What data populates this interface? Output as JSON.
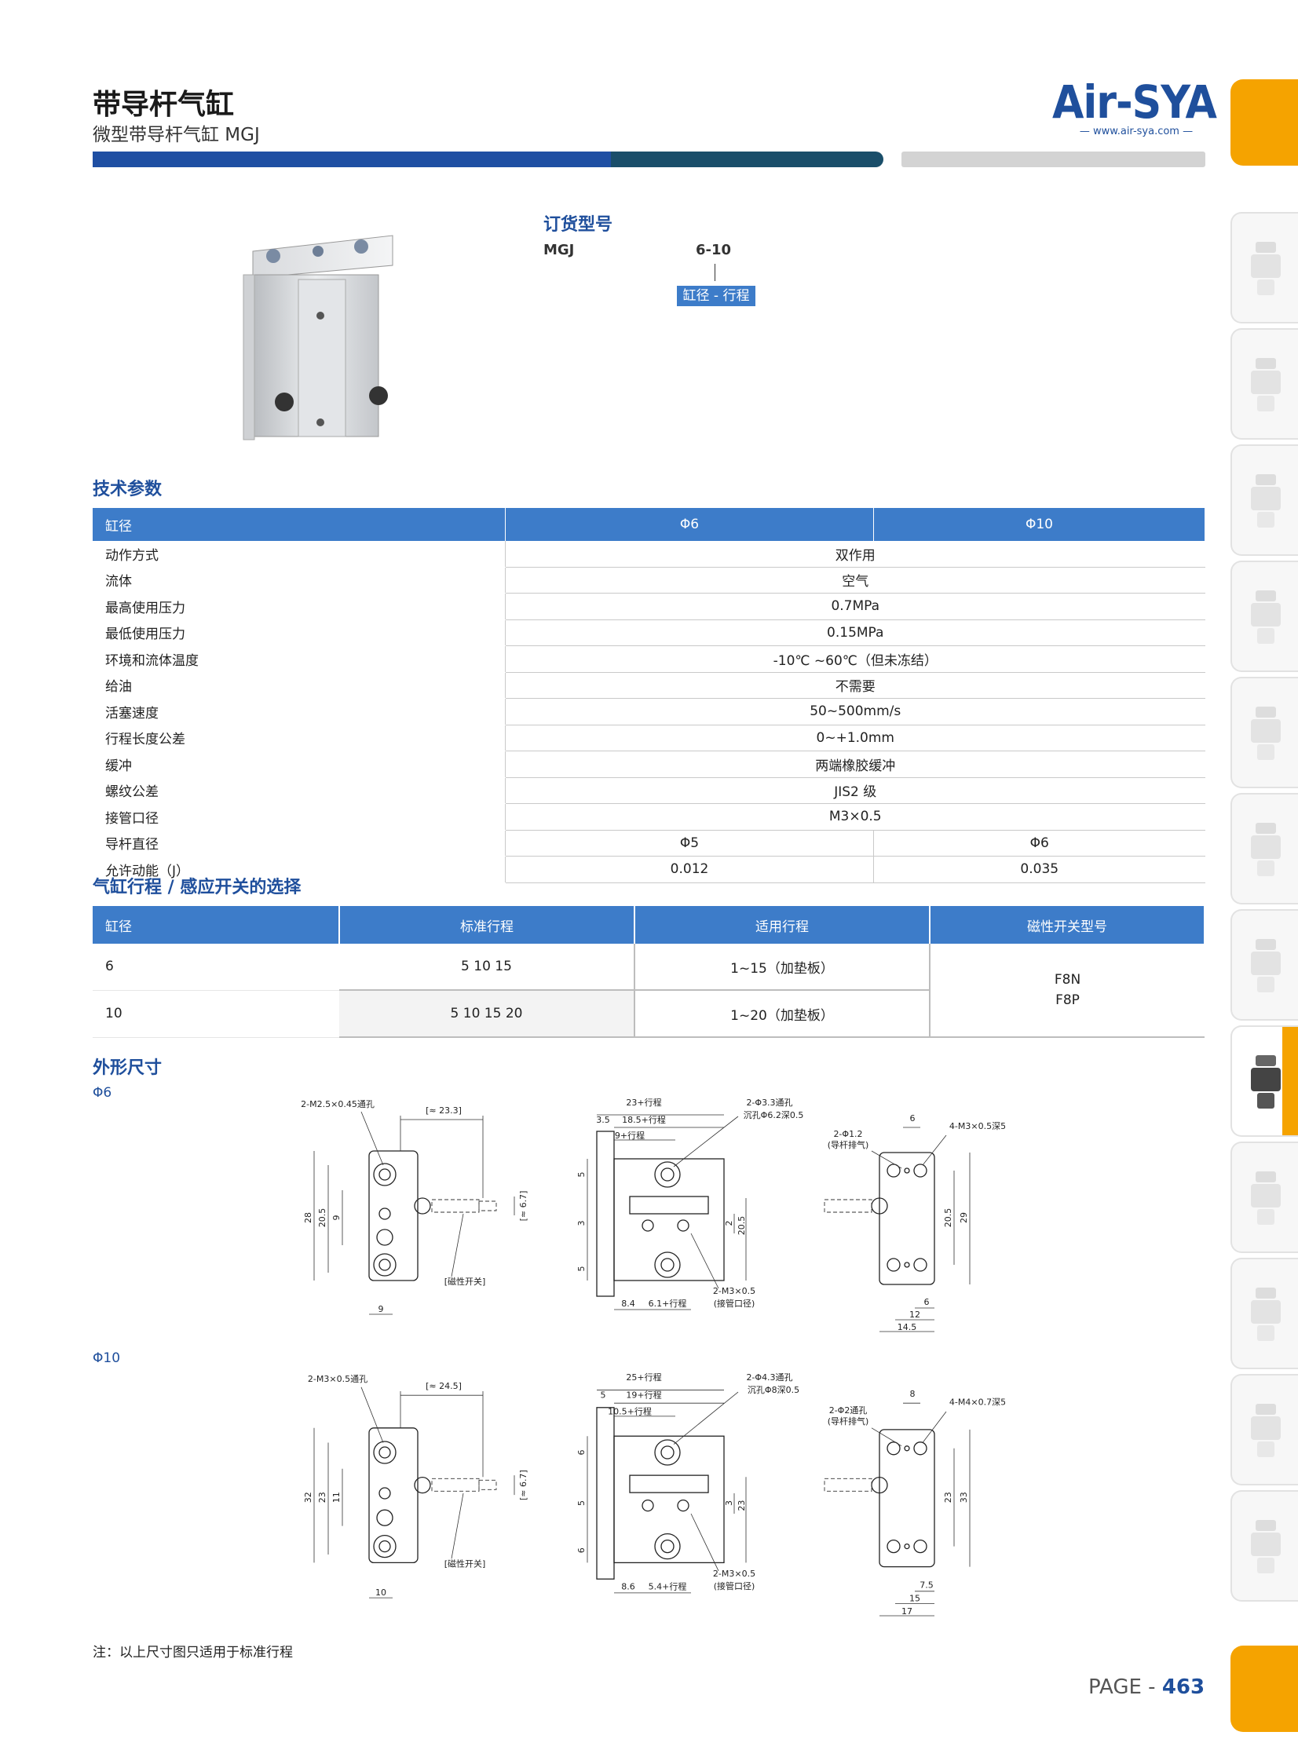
{
  "header": {
    "title": "带导杆气缸",
    "subtitle": "微型带导杆气缸 MGJ",
    "logo": "Air-SYA",
    "logo_url": "www.air-sya.com"
  },
  "colors": {
    "brand_blue": "#1f4f9c",
    "table_blue": "#3d7cc9",
    "accent_orange": "#f5a300"
  },
  "sidebar_icons": [
    "filter-icon",
    "lubricator-icon",
    "pressure-gauge-icon",
    "valve-icon",
    "cylinder-icon",
    "solenoid-icon",
    "actuator-icon",
    "guided-cylinder-icon",
    "gripper-icon",
    "fitting-icon",
    "muffler-icon",
    "sensor-icon"
  ],
  "order": {
    "heading": "订货型号",
    "model": "MGJ",
    "code": "6-10",
    "code_label": "缸径 - 行程"
  },
  "spec": {
    "heading": "技术参数",
    "columns": [
      "缸径",
      "Φ6",
      "Φ10"
    ],
    "rows": [
      {
        "label": "动作方式",
        "value": "双作用"
      },
      {
        "label": "流体",
        "value": "空气"
      },
      {
        "label": "最高使用压力",
        "value": "0.7MPa"
      },
      {
        "label": "最低使用压力",
        "value": "0.15MPa"
      },
      {
        "label": "环境和流体温度",
        "value": "-10℃ ~60℃（但未冻结）"
      },
      {
        "label": "给油",
        "value": "不需要"
      },
      {
        "label": "活塞速度",
        "value": "50~500mm/s"
      },
      {
        "label": "行程长度公差",
        "value": "0~+1.0mm"
      },
      {
        "label": "缓冲",
        "value": "两端橡胶缓冲"
      },
      {
        "label": "螺纹公差",
        "value": "JIS2 级"
      },
      {
        "label": "接管口径",
        "value": "M3×0.5"
      }
    ],
    "split_rows": [
      {
        "label": "导杆直径",
        "v1": "Φ5",
        "v2": "Φ6"
      },
      {
        "label": "允许动能（J）",
        "v1": "0.012",
        "v2": "0.035"
      }
    ]
  },
  "switch": {
    "heading": "气缸行程 / 感应开关的选择",
    "columns": [
      "缸径",
      "标准行程",
      "适用行程",
      "磁性开关型号"
    ],
    "rows": [
      {
        "bore": "6",
        "std": "5 10 15",
        "range": "1~15（加垫板）"
      },
      {
        "bore": "10",
        "std": "5 10 15 20",
        "range": "1~20（加垫板）"
      }
    ],
    "switch_models": [
      "F8N",
      "F8P"
    ]
  },
  "dims": {
    "heading": "外形尺寸",
    "phi6": {
      "label": "Φ6",
      "front": {
        "hole": "2-M2.5×0.45通孔",
        "len": "[≈ 23.3]",
        "h_outer": "28",
        "h_mid": "20.5",
        "h_in": "9",
        "sw": "[≈ 6.7]",
        "sw_label": "[磁性开关]",
        "w": "9"
      },
      "side": {
        "t1": "23+行程",
        "t2": "18.5+行程",
        "t3": "9+行程",
        "t4": "3.5",
        "hole": "2-Φ3.3通孔",
        "cb": "沉孔Φ6.2深0.5",
        "d1": "5",
        "d2": "3",
        "d3": "5",
        "r1": "2",
        "r2": "20.5",
        "b1": "8.4",
        "b2": "6.1+行程",
        "port": "2-M3×0.5",
        "port_label": "(接管口径)"
      },
      "end": {
        "w_top": "6",
        "vent": "2-Φ1.2",
        "vent_label": "(导杆排气)",
        "tap": "4-M3×0.5深5",
        "h1": "20.5",
        "h2": "29",
        "b1": "6",
        "b2": "12",
        "b3": "14.5"
      }
    },
    "phi10": {
      "label": "Φ10",
      "front": {
        "hole": "2-M3×0.5通孔",
        "len": "[≈ 24.5]",
        "h_outer": "32",
        "h_mid": "23",
        "h_in": "11",
        "sw": "[≈ 6.7]",
        "sw_label": "[磁性开关]",
        "w": "10"
      },
      "side": {
        "t1": "25+行程",
        "t2": "19+行程",
        "t3": "10.5+行程",
        "t4": "5",
        "hole": "2-Φ4.3通孔",
        "cb": "沉孔Φ8深0.5",
        "d1": "6",
        "d2": "5",
        "d3": "6",
        "r1": "3",
        "r2": "23",
        "b1": "8.6",
        "b2": "5.4+行程",
        "port": "2-M3×0.5",
        "port_label": "(接管口径)"
      },
      "end": {
        "w_top": "8",
        "vent": "2-Φ2通孔",
        "vent_label": "(导杆排气)",
        "tap": "4-M4×0.7深5",
        "h1": "23",
        "h2": "33",
        "b1": "7.5",
        "b2": "15",
        "b3": "17"
      }
    }
  },
  "note": "注：以上尺寸图只适用于标准行程",
  "page": {
    "prefix": "PAGE - ",
    "number": "463"
  }
}
